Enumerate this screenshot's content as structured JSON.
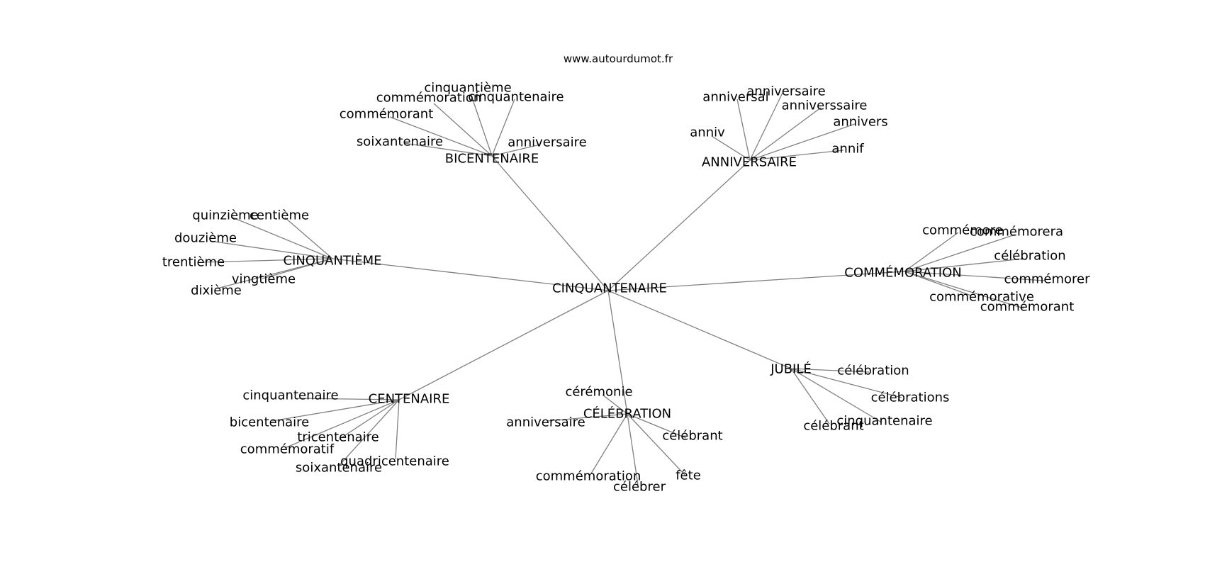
{
  "watermark": "www.autourdumot.fr",
  "colors": {
    "edge": "#808080",
    "text": "#000000",
    "background": "#ffffff"
  },
  "graph": {
    "root": "CINQUANTENAIRE",
    "groups": [
      {
        "label": "BICENTENAIRE",
        "children": [
          "cinquantième",
          "commémoration",
          "cinquantenaire",
          "commémorant",
          "soixantenaire",
          "anniversaire"
        ]
      },
      {
        "label": "ANNIVERSAIRE",
        "children": [
          "anniversaire",
          "anniversal",
          "anniverssaire",
          "annivers",
          "anniv",
          "annif"
        ]
      },
      {
        "label": "CINQUANTIÈME",
        "children": [
          "quinzième",
          "centième",
          "douzième",
          "trentième",
          "vingtième",
          "dixième"
        ]
      },
      {
        "label": "COMMÉMORATION",
        "children": [
          "commémore",
          "commémorera",
          "célébration",
          "commémorer",
          "commémorative",
          "commémorant"
        ]
      },
      {
        "label": "JUBILÉ",
        "children": [
          "célébration",
          "célébrations",
          "cinquantenaire",
          "célébrant"
        ]
      },
      {
        "label": "CENTENAIRE",
        "children": [
          "cinquantenaire",
          "bicentenaire",
          "tricentenaire",
          "commémoratif",
          "quadricentenaire",
          "soixantenaire"
        ]
      },
      {
        "label": "CÉLÉBRATION",
        "children": [
          "cérémonie",
          "anniversaire",
          "célébrant",
          "commémoration",
          "célébrer",
          "fête"
        ]
      }
    ]
  }
}
